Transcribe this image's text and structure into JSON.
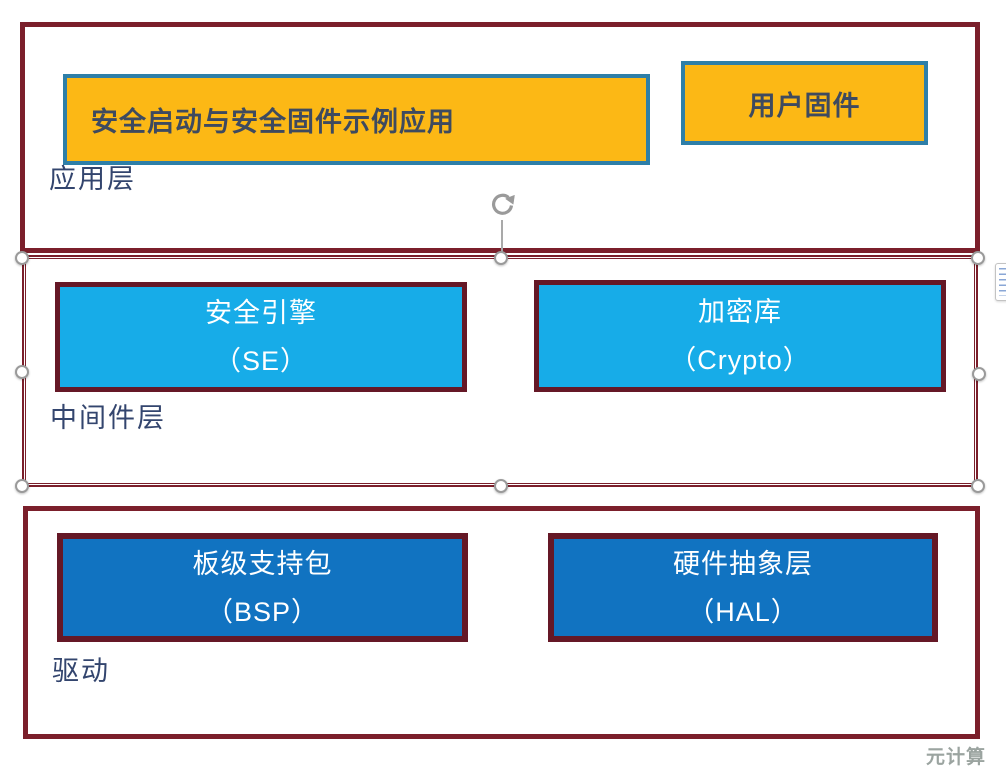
{
  "layers": {
    "application": {
      "label": "应用层",
      "box_main": "安全启动与安全固件示例应用",
      "box_user": "用户固件"
    },
    "middleware": {
      "label": "中间件层",
      "se": {
        "line1": "安全引擎",
        "line2": "（SE）"
      },
      "crypto": {
        "line1": "加密库",
        "line2": "（Crypto）"
      }
    },
    "driver": {
      "label": "驱动",
      "bsp": {
        "line1": "板级支持包",
        "line2": "（BSP）"
      },
      "hal": {
        "line1": "硬件抽象层",
        "line2": "（HAL）"
      }
    }
  },
  "watermark": {
    "text": "元计算"
  },
  "colors": {
    "section_border": "#7b1f2b",
    "inner_box_border": "#651826",
    "orange_fill": "#fcb815",
    "orange_border": "#2e7fa8",
    "light_blue_fill": "#17ace8",
    "dark_blue_fill": "#1173c1",
    "yellow_box_text": "#3e4a5f",
    "label_text": "#33456e",
    "white_text": "#ffffff",
    "watermark_text": "#9ba4a0"
  }
}
